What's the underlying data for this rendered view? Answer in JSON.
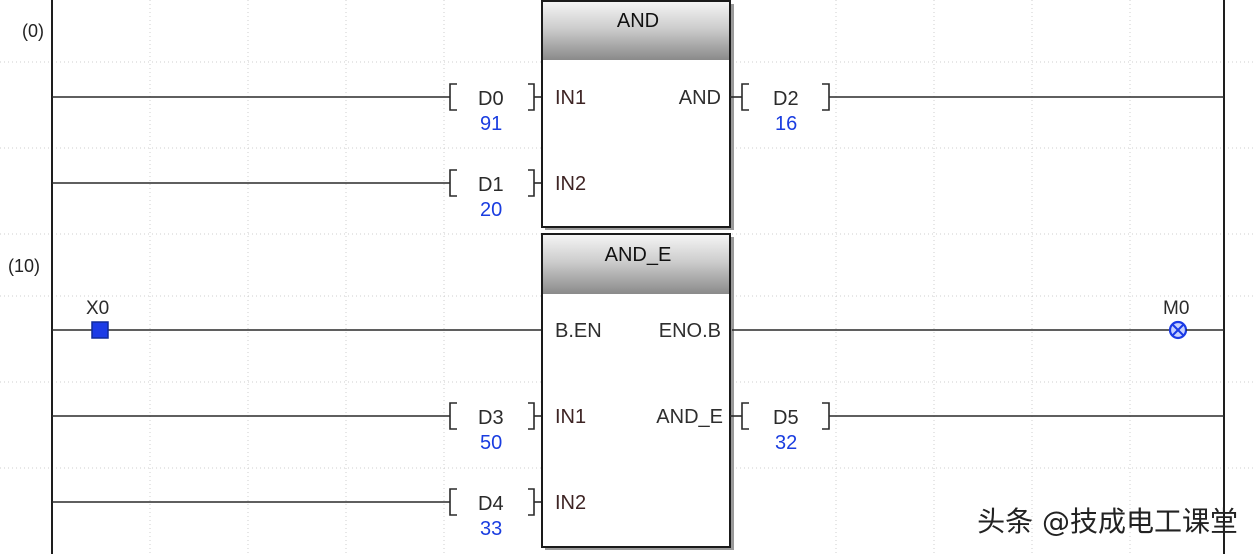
{
  "rungs": [
    {
      "step": "(0)",
      "instruction": {
        "name": "AND",
        "inputs": [
          {
            "pin": "IN1",
            "device": "D0",
            "value": "91"
          },
          {
            "pin": "IN2",
            "device": "D1",
            "value": "20"
          }
        ],
        "outputs": [
          {
            "pin": "AND",
            "device": "D2",
            "value": "16"
          }
        ]
      }
    },
    {
      "step": "(10)",
      "contact": {
        "device": "X0",
        "state": "on"
      },
      "instruction": {
        "name": "AND_E",
        "enable_pin": "B.EN",
        "eno_pin": "ENO.B",
        "inputs": [
          {
            "pin": "IN1",
            "device": "D3",
            "value": "50"
          },
          {
            "pin": "IN2",
            "device": "D4",
            "value": "33"
          }
        ],
        "outputs": [
          {
            "pin": "AND_E",
            "device": "D5",
            "value": "32"
          }
        ]
      },
      "coil": {
        "device": "M0",
        "state": "on"
      }
    }
  ],
  "watermark": "头条 @技成电工课堂",
  "colors": {
    "value": "#1a3de0",
    "contact": "#1b3be6",
    "wire": "#2a2a2a",
    "grid": "#cfcfcf"
  }
}
